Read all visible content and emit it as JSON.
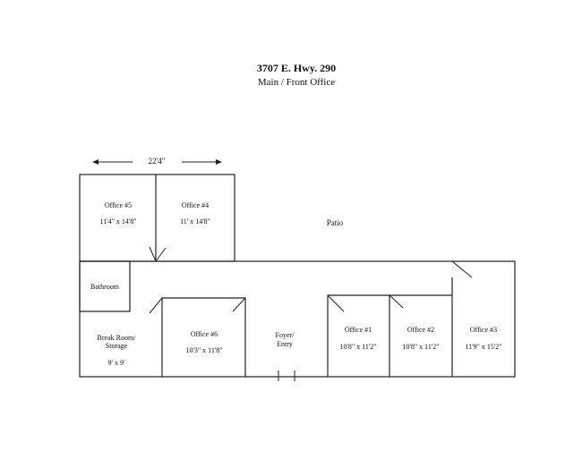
{
  "header": {
    "title": "3707 E. Hwy. 290",
    "subtitle": "Main / Front Office"
  },
  "dimension": {
    "width_label": "22'4\""
  },
  "rooms": {
    "office5": {
      "name": "Office #5",
      "size": "11'4\" x 14'8\""
    },
    "office4": {
      "name": "Office #4",
      "size": "11' x 14'8\""
    },
    "patio": {
      "name": "Patio"
    },
    "bathroom": {
      "name": "Bathroom"
    },
    "breakroom": {
      "name_line1": "Break Room/",
      "name_line2": "Storage",
      "size": "9' x 9'"
    },
    "office6": {
      "name": "Office #6",
      "size": "10'3\" x 11'8\""
    },
    "foyer": {
      "name_line1": "Foyer/",
      "name_line2": "Entry"
    },
    "office1": {
      "name": "Office #1",
      "size": "10'8\" x 11'2\""
    },
    "office2": {
      "name": "Office #2",
      "size": "10'8\" x 11'2\""
    },
    "office3": {
      "name": "Office #3",
      "size": "11'9\" x 15'2\""
    }
  }
}
